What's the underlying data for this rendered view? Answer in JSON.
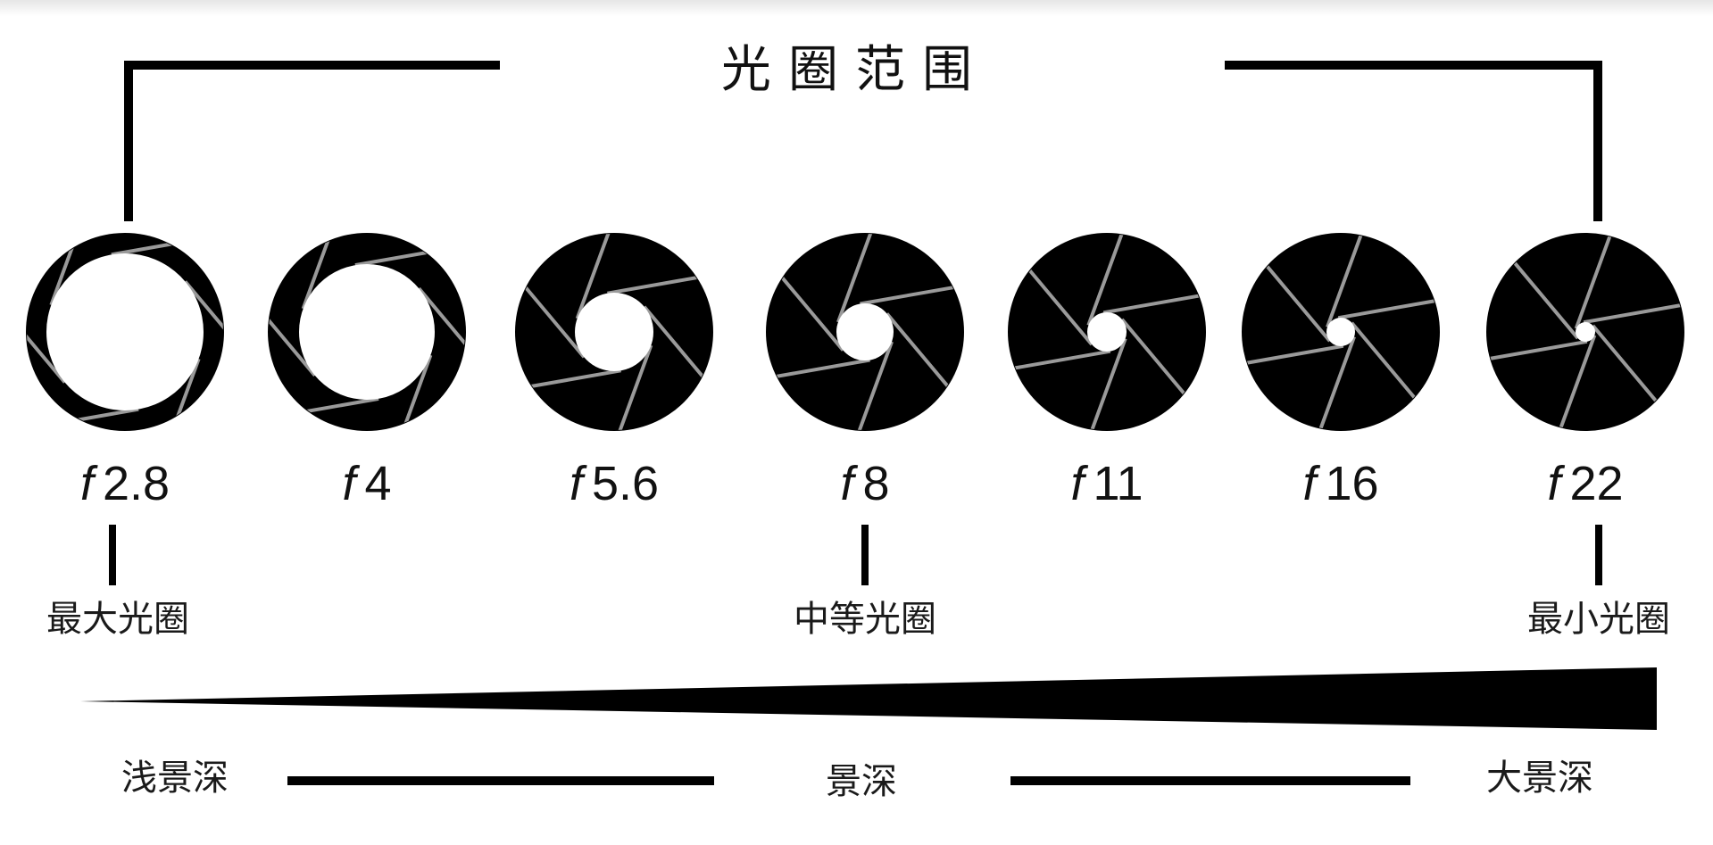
{
  "title": "光圈范围",
  "apertures": [
    {
      "prefix": "f",
      "value": "2.8",
      "opening": 1.0
    },
    {
      "prefix": "f",
      "value": "4",
      "opening": 0.78
    },
    {
      "prefix": "f",
      "value": "5.6",
      "opening": 0.44
    },
    {
      "prefix": "f",
      "value": "8",
      "opening": 0.32
    },
    {
      "prefix": "f",
      "value": "11",
      "opening": 0.22
    },
    {
      "prefix": "f",
      "value": "16",
      "opening": 0.16
    },
    {
      "prefix": "f",
      "value": "22",
      "opening": 0.11
    }
  ],
  "aperture_labels": {
    "max": "最大光圈",
    "medium": "中等光圈",
    "min": "最小光圈"
  },
  "depth_of_field": {
    "shallow": "浅景深",
    "center": "景深",
    "deep": "大景深"
  },
  "colors": {
    "ink": "#000000",
    "blade_line": "#9a9a9a",
    "paper": "#ffffff"
  }
}
